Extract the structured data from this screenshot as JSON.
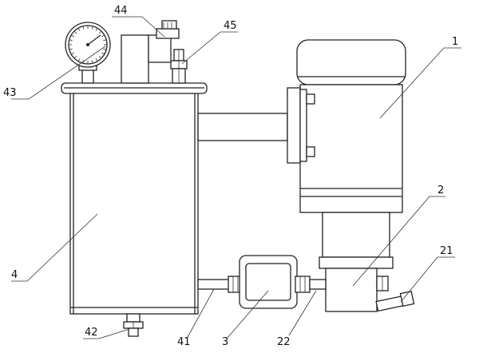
{
  "labels": {
    "l1": "1",
    "l2": "2",
    "l21": "21",
    "l22": "22",
    "l3": "3",
    "l4": "4",
    "l41": "41",
    "l42": "42",
    "l43": "43",
    "l44": "44",
    "l45": "45"
  }
}
